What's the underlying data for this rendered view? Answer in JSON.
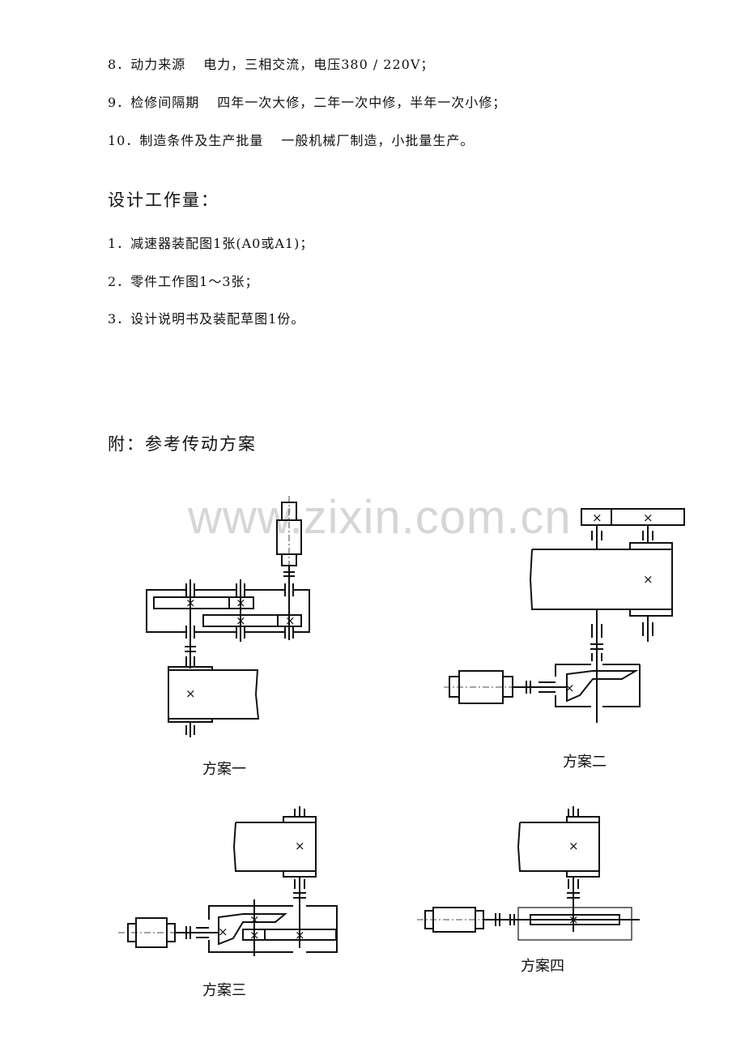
{
  "requirements": [
    {
      "num": "8．",
      "item": "动力来源",
      "value": "电力，三相交流，电压380 / 220V；"
    },
    {
      "num": "9．",
      "item": "检修间隔期",
      "value": "四年一次大修，二年一次中修，半年一次小修；"
    },
    {
      "num": "10．",
      "item": "制造条件及生产批量",
      "value": "一般机械厂制造，小批量生产。"
    }
  ],
  "workload": {
    "heading": "设计工作量：",
    "items": [
      "1．减速器装配图1张(A0或A1)；",
      "2．零件工作图1～3张；",
      "3．设计说明书及装配草图1份。"
    ]
  },
  "appendix": {
    "heading": "附：参考传动方案",
    "schemes": [
      "方案一",
      "方案二",
      "方案三",
      "方案四"
    ]
  },
  "watermark": "www.zixin.com.cn",
  "gear_mark": "×"
}
